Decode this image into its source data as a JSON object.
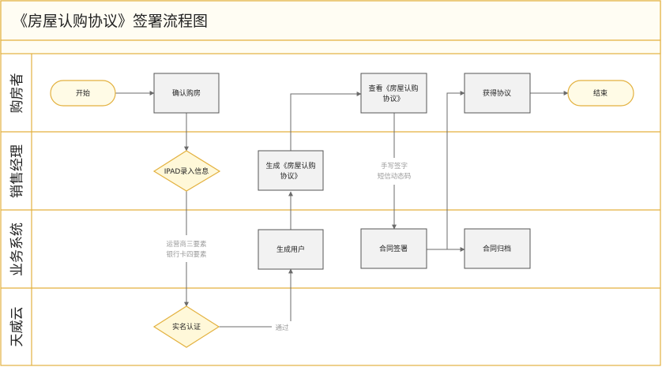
{
  "title": "《房屋认购协议》签署流程图",
  "lanes": {
    "buyer": "购房者",
    "sales_manager": "销售经理",
    "business_system": "业务系统",
    "tianwei_cloud": "天威云"
  },
  "nodes": {
    "start": "开始",
    "confirm_purchase": "确认购房",
    "ipad_entry": "IPAD录入信息",
    "generate_agreement_l1": "生成《房屋认购",
    "generate_agreement_l2": "协议》",
    "view_agreement_l1": "查看《房屋认购",
    "view_agreement_l2": "协议》",
    "get_agreement": "获得协议",
    "end": "结束",
    "create_user": "生成用户",
    "contract_sign": "合同签署",
    "contract_archive": "合同归档",
    "id_verify": "实名认证"
  },
  "edge_labels": {
    "handwriting_l1": "手写签字",
    "handwriting_l2": "短信动态码",
    "operator_l1": "运营商三要素",
    "operator_l2": "银行卡四要素",
    "passed": "通过"
  },
  "colors": {
    "frame": "#e3b13f",
    "node_fill": "#f2f2f2",
    "node_stroke": "#555555",
    "terminal_fill": "#fffbe6",
    "terminal_stroke": "#e3b13f",
    "diamond_fill": "#fff8d9",
    "header_fill": "#fffdf3",
    "arrow": "#6b6b6b"
  }
}
